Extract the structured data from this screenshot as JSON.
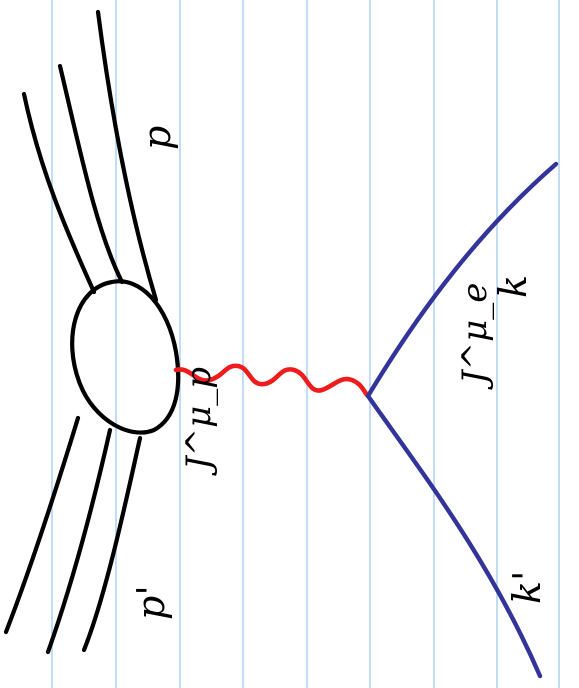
{
  "colors": {
    "paper": "#ffffff",
    "ruling": "#a9cdf3",
    "ink_black": "#000000",
    "ink_red": "#ee1c1c",
    "ink_blue": "#33349a"
  },
  "labels": {
    "incoming_proton": "p",
    "outgoing_proton": "p'",
    "hadronic_current": "J^μ_p",
    "incoming_lepton": "k",
    "outgoing_lepton": "k'",
    "leptonic_current": "J^μ_e"
  }
}
